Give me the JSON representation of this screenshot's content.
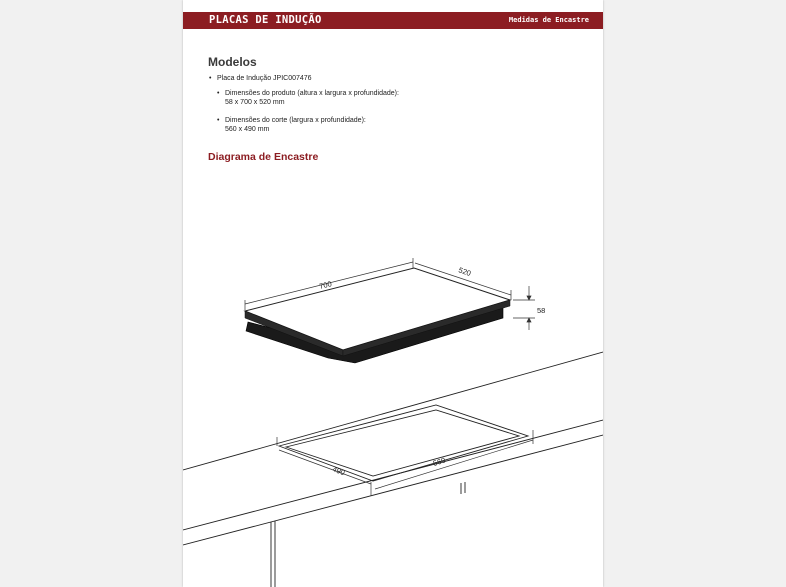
{
  "header": {
    "title": "PLACAS DE INDUÇÃO",
    "section": "Medidas de Encastre"
  },
  "models": {
    "heading": "Modelos",
    "product": "Placa de Indução JPIC007476",
    "product_dims_label": "Dimensões do produto (altura x largura x profundidade):",
    "product_dims_value": "58 x 700 x 520 mm",
    "cut_dims_label": "Dimensões do corte (largura x profundidade):",
    "cut_dims_value": "560 x 490 mm"
  },
  "diagram": {
    "title": "Diagrama de Encastre",
    "hob_width_label": "700",
    "hob_depth_label": "520",
    "hob_height_label": "58",
    "cut_width_label": "560",
    "cut_depth_label": "490"
  },
  "colors": {
    "header_bg": "#8c1d22",
    "accent": "#8c1d22"
  }
}
